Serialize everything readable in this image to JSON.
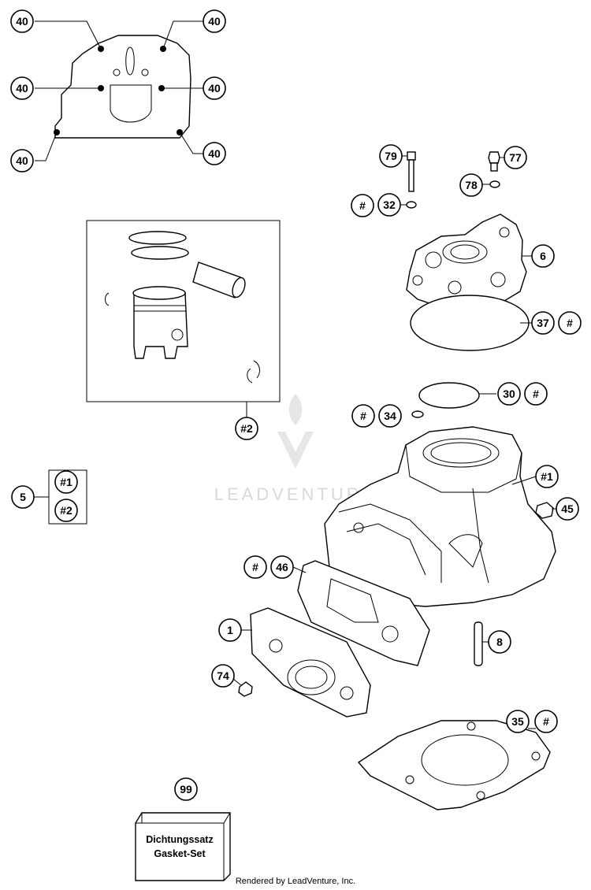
{
  "callouts": {
    "c40a": "40",
    "c40b": "40",
    "c40c": "40",
    "c40d": "40",
    "c40e": "40",
    "c40f": "40",
    "c79": "79",
    "c77": "77",
    "c78": "78",
    "c32_hash": "#",
    "c32": "32",
    "c6": "6",
    "c37": "37",
    "c37_hash": "#",
    "c30": "30",
    "c30_hash": "#",
    "c34_hash": "#",
    "c34": "34",
    "c_h1_cyl": "#1",
    "c45": "45",
    "c46_hash": "#",
    "c46": "46",
    "c1": "1",
    "c8": "8",
    "c74": "74",
    "c35": "35",
    "c35_hash": "#",
    "c_h2_piston": "#2",
    "c5": "5",
    "c5_h1": "#1",
    "c5_h2": "#2",
    "c99": "99"
  },
  "gasket_set": {
    "line1": "Dichtungssatz",
    "line2": "Gasket-Set"
  },
  "watermark": "LEADVENTURE",
  "footer": "Rendered by LeadVenture, Inc."
}
